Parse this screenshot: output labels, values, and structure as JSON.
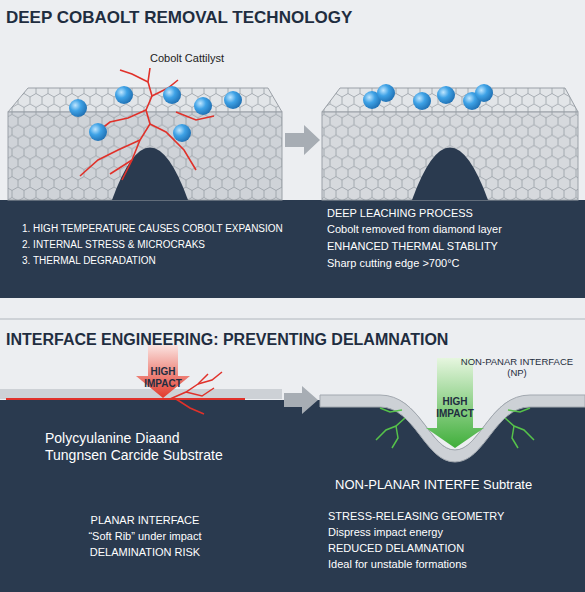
{
  "diagram": {
    "title": "DEEP COBAOLT REMOVAL TECHNOLOGY",
    "labels": [
      "Cobolt Cattilyst",
      "1. HIGH TEMPERATURE CAUSES COBOLT EXPANSION",
      "2. INTERNAL STRESS & MICROCRAKS",
      "3. THERMAL DEGRADATION",
      "DEEP LEACHING PROCESS",
      "Cobolt removed from diamond layer",
      "ENHANCED THERMAL STABLITY",
      "Sharp cutting edge >700°C",
      "INTERFACE ENGINEERING: PREVENTING DELAMNATION",
      "HIGH IMPACT",
      "NON-PANAR INTERFACE (NP)",
      "HIGH IMPACT",
      "Polycyulanine Diaand Tungnsen Carcide Substrate",
      "NON-PLANAR INTERFE Subtrate",
      "PLANAR INTERFACE",
      "“Soft Rib” under impact",
      "DELAMINATION RISK",
      "STRESS-RELEASING GEOMETRY",
      "Dispress impact energy",
      "REDUCED DELAMNATION",
      "Ideal for unstable formations"
    ]
  }
}
